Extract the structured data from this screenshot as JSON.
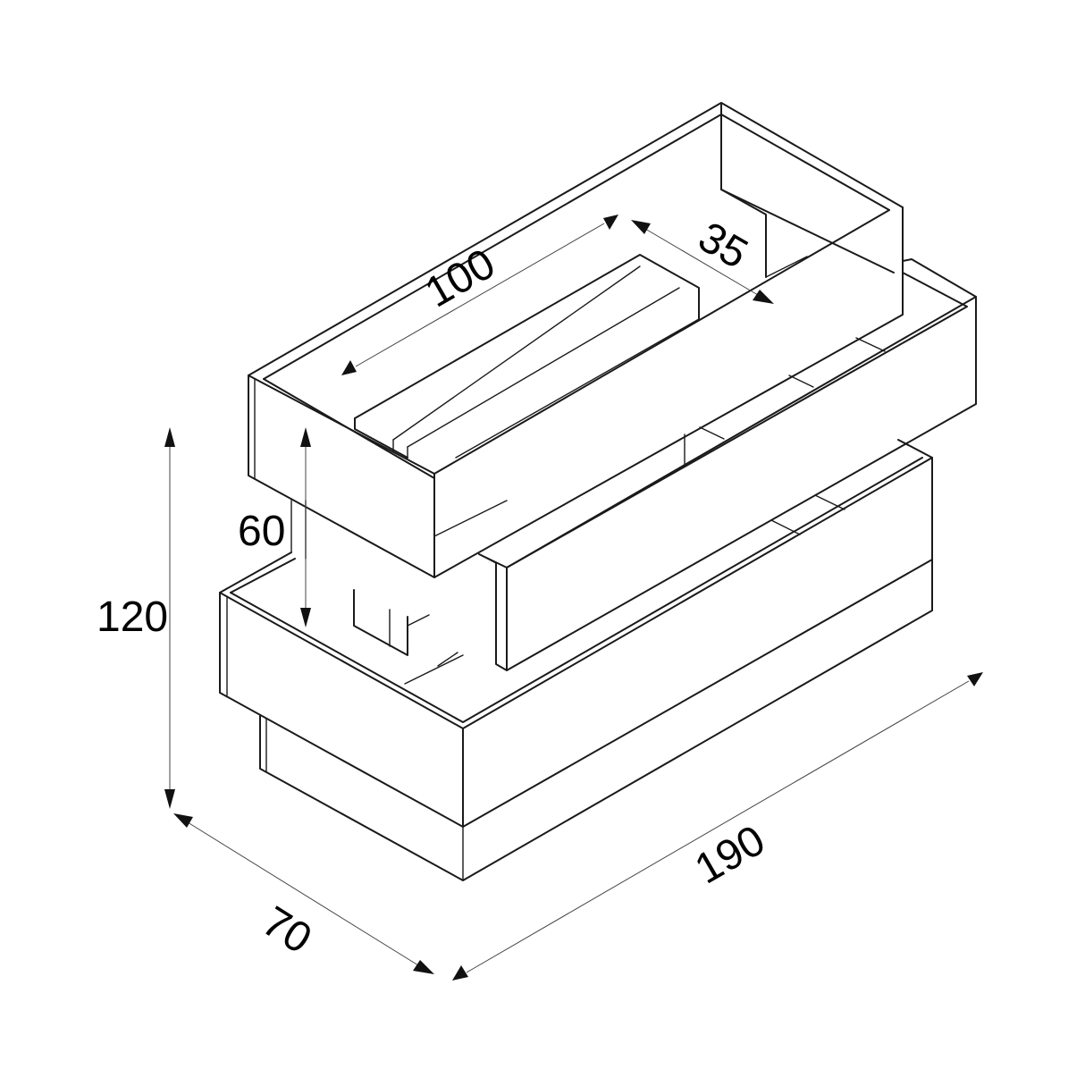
{
  "dimensions": {
    "depth": "70",
    "length": "190",
    "height": "120",
    "inner_length": "100",
    "inner_width": "35",
    "inner_height": "60"
  },
  "colors": {
    "line": "#1a1a1a",
    "background": "#ffffff"
  }
}
